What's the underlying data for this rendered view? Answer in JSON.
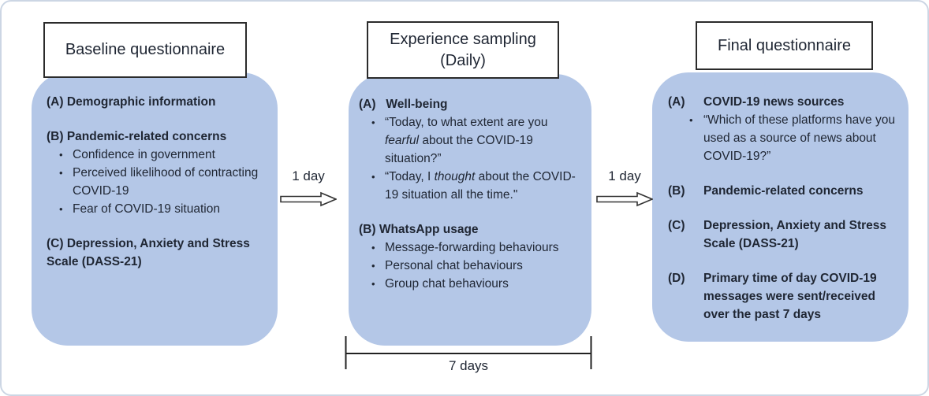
{
  "theme": {
    "panel_fill": "#b4c7e7",
    "text_color": "#1f2633",
    "title_box_border": "#2b2b2b",
    "outer_border": "#ccd6e4",
    "arrow_outline": "#333333",
    "bracket_color": "#222222"
  },
  "arrows": [
    {
      "label": "1 day"
    },
    {
      "label": "1 day"
    }
  ],
  "bracket": {
    "label": "7 days"
  },
  "panels": [
    {
      "id": "baseline-questionnaire",
      "title": "Baseline questionnaire",
      "style": "inline",
      "sections": [
        {
          "marker": "(A)",
          "sep": " ",
          "heading": "Demographic information",
          "bullets": []
        },
        {
          "marker": "(B)",
          "sep": " ",
          "heading": "Pandemic-related concerns",
          "bullets": [
            [
              {
                "t": "Confidence in government"
              }
            ],
            [
              {
                "t": "Perceived likelihood of contracting COVID-19"
              }
            ],
            [
              {
                "t": "Fear of COVID-19 situation"
              }
            ]
          ]
        },
        {
          "marker": "(C)",
          "sep": " ",
          "heading": "Depression, Anxiety and Stress Scale (DASS-21)",
          "bullets": []
        }
      ]
    },
    {
      "id": "experience-sampling",
      "title": "Experience sampling\n(Daily)",
      "style": "inline",
      "sections": [
        {
          "marker": "(A)",
          "sep": "   ",
          "heading": "Well-being",
          "bullets": [
            [
              {
                "t": "“Today, to what extent are you "
              },
              {
                "t": "fearful",
                "i": true
              },
              {
                "t": " about the COVID-19 situation?”"
              }
            ],
            [
              {
                "t": "“Today, I "
              },
              {
                "t": "thought",
                "i": true
              },
              {
                "t": " about the COVID-19 situation all the time.\""
              }
            ]
          ]
        },
        {
          "marker": "(B)",
          "sep": " ",
          "heading": "WhatsApp usage",
          "bullets": [
            [
              {
                "t": "Message-forwarding behaviours"
              }
            ],
            [
              {
                "t": "Personal chat behaviours"
              }
            ],
            [
              {
                "t": "Group chat behaviours"
              }
            ]
          ]
        }
      ]
    },
    {
      "id": "final-questionnaire",
      "title": "Final questionnaire",
      "style": "hang",
      "sections": [
        {
          "marker": "(A)",
          "heading": "COVID-19 news sources",
          "bullets": [
            [
              {
                "t": "“Which of these platforms have you used as a source of news about COVID-19?”"
              }
            ]
          ]
        },
        {
          "marker": "(B)",
          "heading": "Pandemic-related concerns",
          "bullets": []
        },
        {
          "marker": "(C)",
          "heading": "Depression, Anxiety and Stress Scale (DASS-21)",
          "bullets": []
        },
        {
          "marker": "(D)",
          "heading": "Primary time of day COVID-19 messages were sent/received over the past 7 days",
          "bullets": []
        }
      ]
    }
  ]
}
